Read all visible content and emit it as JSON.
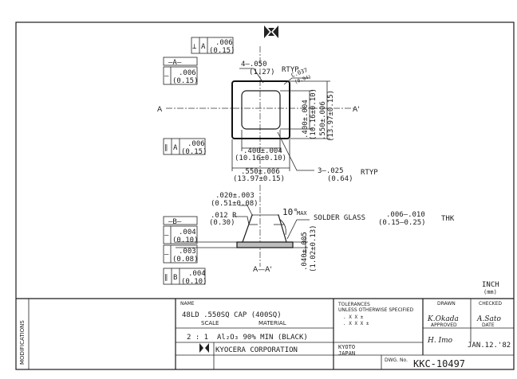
{
  "drawing": {
    "title_a_top": "⊥ A .006",
    "tol_top_perp": "(0.15)",
    "perp_symbol": "⊥",
    "datum_a": "A",
    "perp_value": ".006",
    "box_datum_a": "—A—",
    "flat_value": ".006",
    "flat_metric": "(0.15)",
    "rtyp_4": "4—.050",
    "rtyp_4_metric": "(1.27)",
    "rtyp_label": "RTYP",
    "chamfer": "C.037",
    "chamfer_metric": "(0.94)",
    "section_a": "A",
    "section_a_prime": "A'",
    "inner_dim": ".400±.004",
    "inner_dim_metric": "(10.16±0.10)",
    "outer_dim": ".550±.006",
    "outer_dim_metric": "(13.97±0.15)",
    "parallel_symbol": "∥",
    "parallel_value": ".006",
    "parallel_metric": "(0.15)",
    "rtyp_3": "3—.025",
    "rtyp_3_metric": "(0.64)",
    "rtyp_3_label": "RTYP",
    "glass_width": ".020±.003",
    "glass_width_metric": "(0.51±0.08)",
    "radius": ".012 R",
    "radius_metric": "(0.30)",
    "angle": "10°",
    "angle_label": "MAX",
    "solder_glass": "SOLDER GLASS",
    "glass_thk": ".006—.010",
    "glass_thk_metric": "(0.15—0.25)",
    "thk_label": "THK",
    "box_datum_b": "—B—",
    "b_flat_value": ".004",
    "b_flat_metric": "(0.10)",
    "b_flat2_value": ".003",
    "b_flat2_metric": "(0.08)",
    "b_parallel_datum": "B",
    "b_parallel_value": ".004",
    "b_parallel_metric": "(0.10)",
    "thickness": ".040±.005",
    "thickness_metric": "(1.02±0.13)",
    "section_label": "A—A'",
    "unit": "INCH",
    "unit_metric": "(mm)"
  },
  "title_block": {
    "modifications": "MODIFICATIONS",
    "name_label": "NAME",
    "name_value": "48LD .550SQ CAP (400SQ)",
    "scale_label": "SCALE",
    "material_label": "MATERIAL",
    "scale_value": "2 : 1",
    "material_value": "Al₂O₃ 90% MIN (BLACK)",
    "company": "KYOCERA CORPORATION",
    "city": "KYOTO",
    "country": "JAPAN",
    "tolerances_label": "TOLERANCES",
    "tolerances_sub": "UNLESS OTHERWISE SPECIFIED",
    "tol_x": ". X X  ±",
    "tol_xxx": ". X X X  ±",
    "drawn_label": "DRAWN",
    "checked_label": "CHECKED",
    "approved_label": "APPROVED",
    "date_label": "DATE",
    "drawn_sig": "K.Okada",
    "checked_sig": "A.Sato",
    "approved_sig": "H. Imo",
    "date_value": "JAN.12.'82",
    "dwg_label": "DWG. No.",
    "dwg_no": "KKC-10497"
  }
}
